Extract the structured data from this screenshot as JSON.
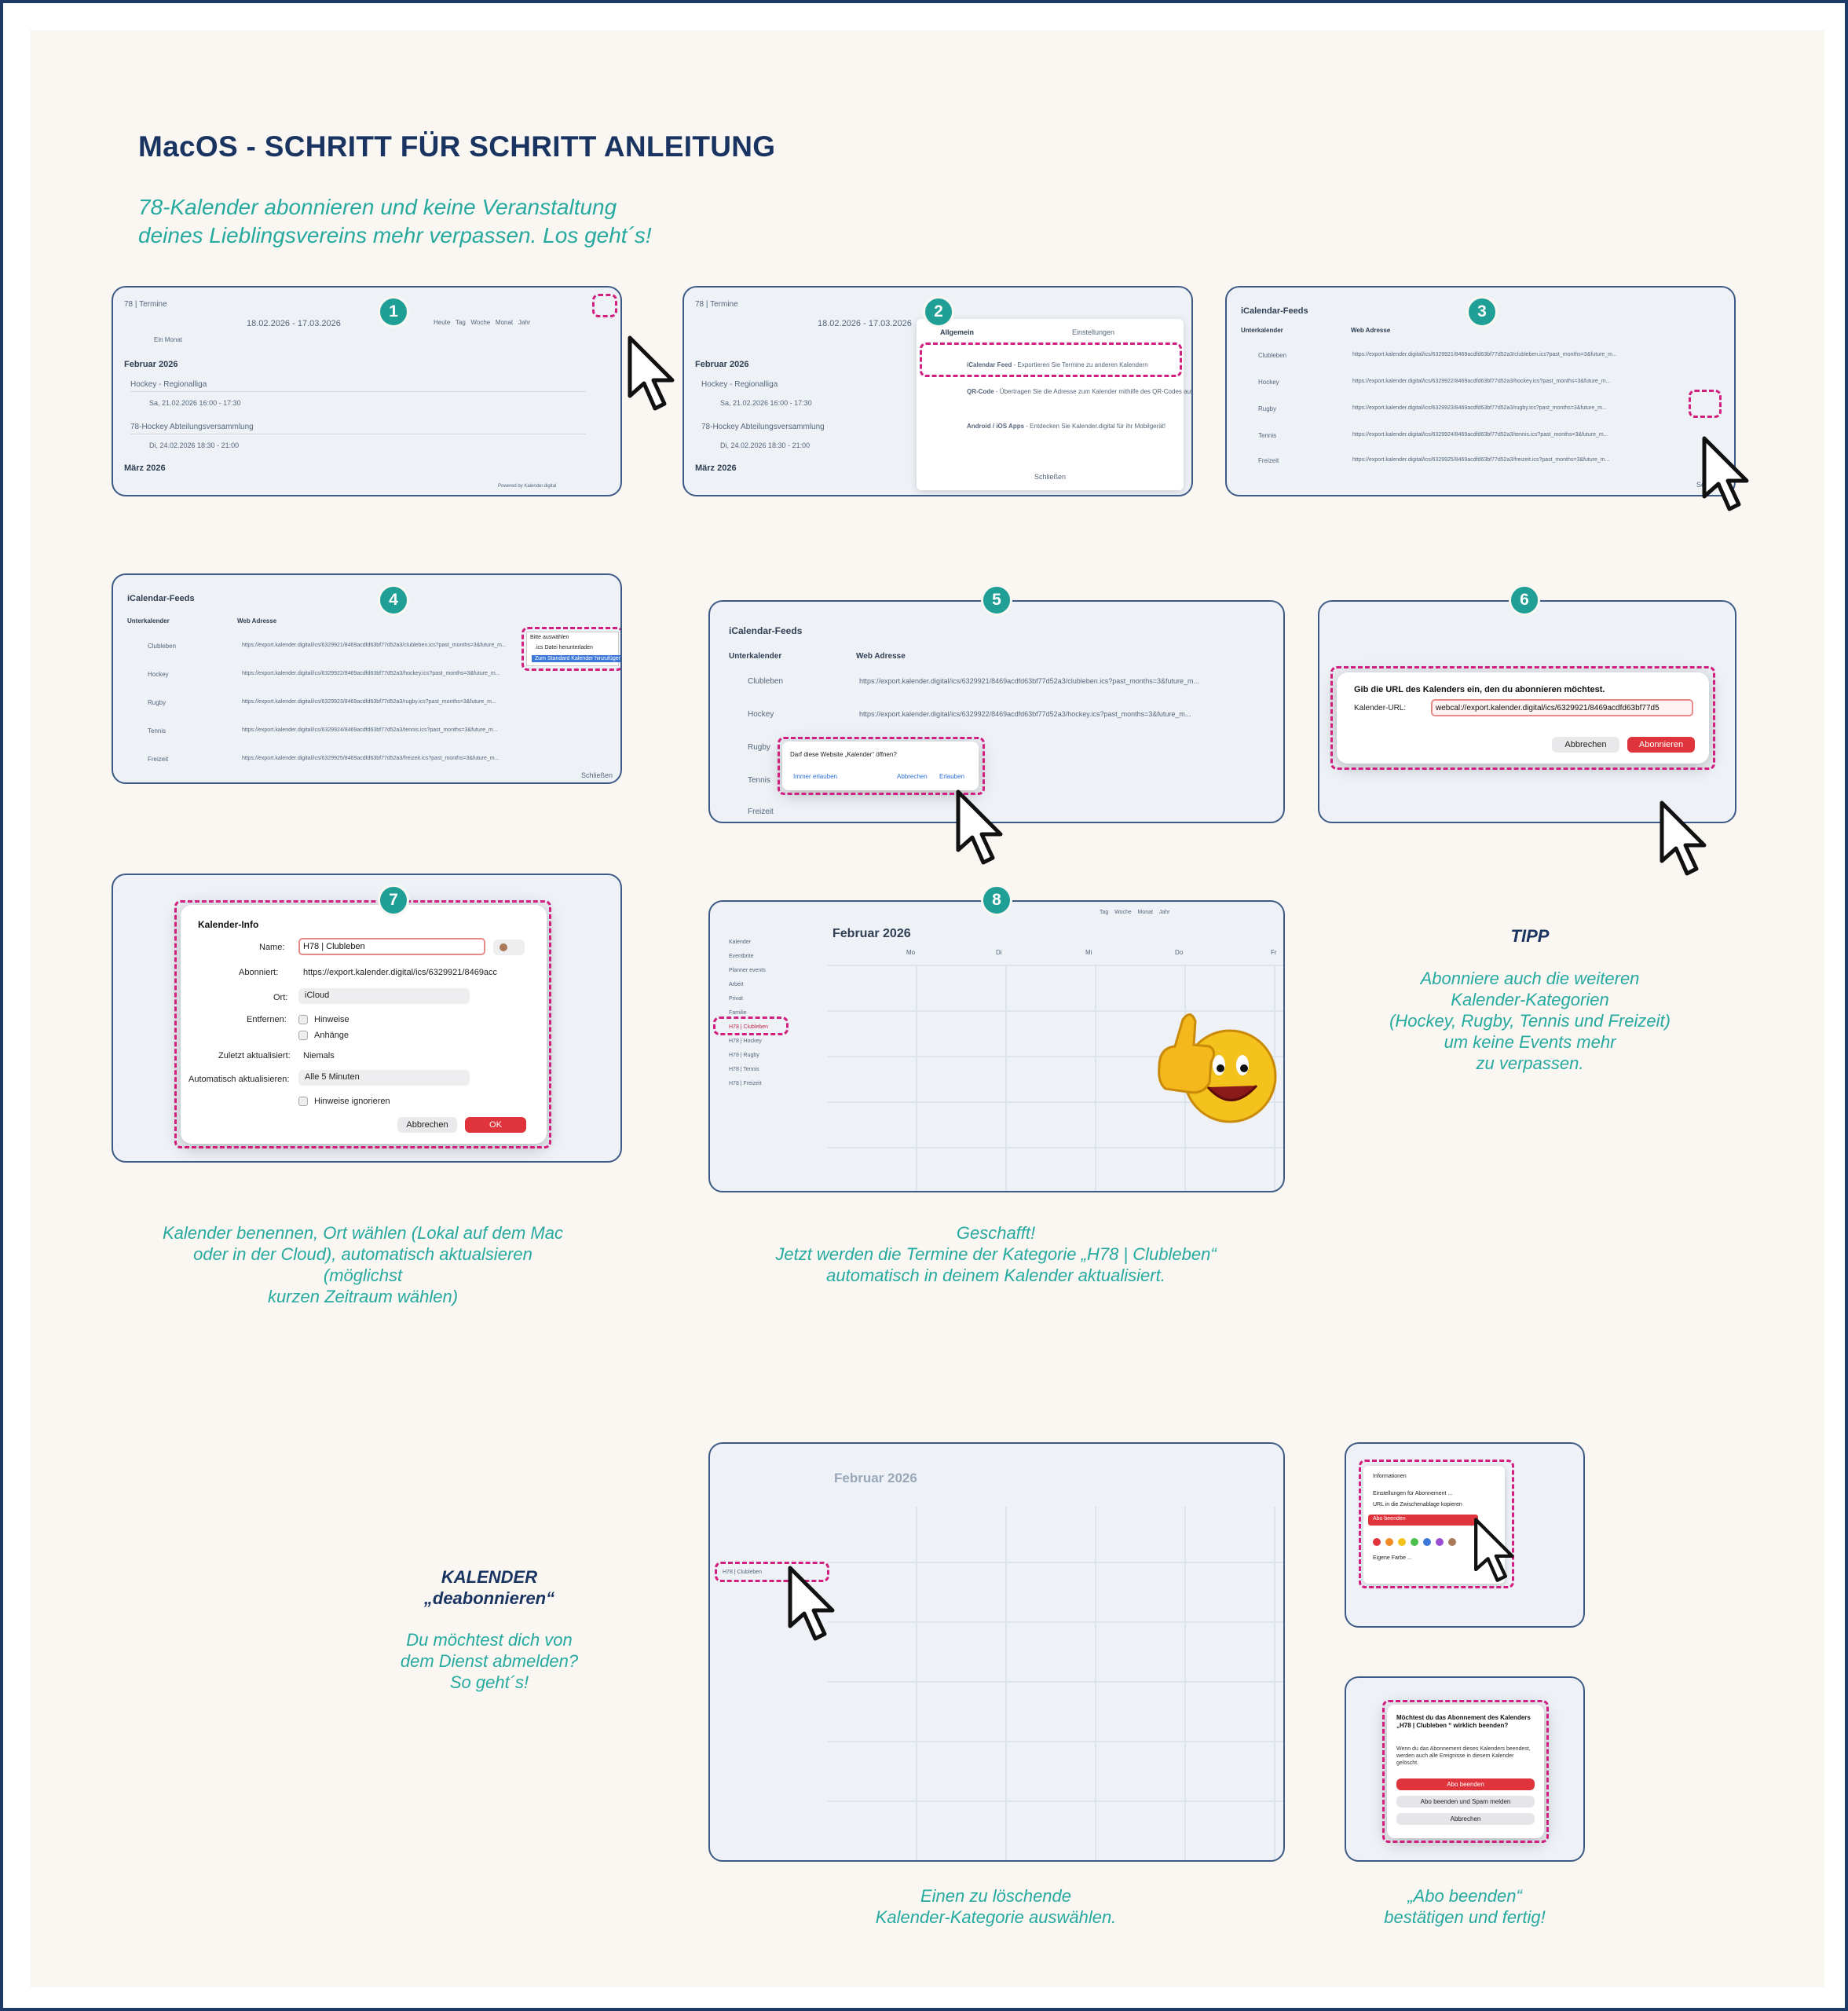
{
  "header": {
    "title": "MacOS - SCHRITT FÜR SCHRITT ANLEITUNG",
    "subtitle_line1": "78-Kalender abonnieren und keine Veranstaltung",
    "subtitle_line2": "deines Lieblingsvereins mehr verpassen. Los geht´s!"
  },
  "steps": [
    "1",
    "2",
    "3",
    "4",
    "5",
    "6",
    "7",
    "8"
  ],
  "s1": {
    "app": "78 | Termine",
    "range": "18.02.2026 - 17.03.2026",
    "filter": "Ein Monat",
    "views": [
      "Heute",
      "Tag",
      "Woche",
      "Monat",
      "Jahr"
    ],
    "month1": "Februar 2026",
    "ev1": "Hockey - Regionalliga",
    "ev1_time": "Sa, 21.02.2026 16:00 - 17:30",
    "ev2": "78-Hockey Abteilungsversammlung",
    "ev2_time": "Di, 24.02.2026 18:30 - 21:00",
    "month2": "März 2026",
    "footer": "Powered by Kalender.digital"
  },
  "s2": {
    "menu_head": "Allgemein",
    "menu_head2": "Einstellungen",
    "item1_title": "iCalendar Feed",
    "item1_desc": "- Exportieren Sie Termine zu anderen Kalendern",
    "item2_title": "QR-Code",
    "item2_desc": "- Übertragen Sie die Adresse zum Kalender mithilfe des QR-Codes auf andere Geräte",
    "item3_title": "Android / iOS Apps",
    "item3_desc": "- Entdecken Sie Kalender.digital für ihr Mobilgerät!",
    "close": "Schließen"
  },
  "feeds": {
    "title": "iCalendar-Feeds",
    "col1": "Unterkalender",
    "col2": "Web Adresse",
    "rows": [
      {
        "name": "Clubleben",
        "url": "https://export.kalender.digital/ics/6329921/8469acdfd63bf77d52a3/clubleben.ics?past_months=3&future_m..."
      },
      {
        "name": "Hockey",
        "url": "https://export.kalender.digital/ics/6329922/8469acdfd63bf77d52a3/hockey.ics?past_months=3&future_m..."
      },
      {
        "name": "Rugby",
        "url": "https://export.kalender.digital/ics/6329923/8469acdfd63bf77d52a3/rugby.ics?past_months=3&future_m..."
      },
      {
        "name": "Tennis",
        "url": "https://export.kalender.digital/ics/6329924/8469acdfd63bf77d52a3/tennis.ics?past_months=3&future_m..."
      },
      {
        "name": "Freizeit",
        "url": "https://export.kalender.digital/ics/6329925/8469acdfd63bf77d52a3/freizeit.ics?past_months=3&future_m..."
      }
    ],
    "close": "Schließen"
  },
  "s4": {
    "opt1": "Bitte auswählen",
    "opt2": ".ics Datei herunterladen",
    "opt3": "Zum Standard Kalender hinzufügen"
  },
  "s5": {
    "question": "Darf diese Website „Kalender“ öffnen?",
    "always": "Immer erlauben",
    "cancel": "Abbrechen",
    "allow": "Erlauben"
  },
  "s6": {
    "prompt": "Gib die URL des Kalenders ein, den du abonnieren möchtest.",
    "label": "Kalender-URL:",
    "value": "webcal://export.kalender.digital/ics/6329921/8469acdfd63bf77d5",
    "cancel": "Abbrechen",
    "ok": "Abonnieren"
  },
  "s7": {
    "title": "Kalender-Info",
    "name_label": "Name:",
    "name_value": "H78 | Clubleben",
    "sub_label": "Abonniert:",
    "sub_value": "https://export.kalender.digital/ics/6329921/8469acc",
    "loc_label": "Ort:",
    "loc_value": "iCloud",
    "rem_label": "Entfernen:",
    "rem1": "Hinweise",
    "rem2": "Anhänge",
    "last_label": "Zuletzt aktualisiert:",
    "last_value": "Niemals",
    "auto_label": "Automatisch aktualisieren:",
    "auto_value": "Alle 5 Minuten",
    "ignore": "Hinweise ignorieren",
    "cancel": "Abbrechen",
    "ok": "OK"
  },
  "s8": {
    "month": "Februar 2026",
    "days": [
      "Mo",
      "Di",
      "Mi",
      "Do",
      "Fr"
    ],
    "views": [
      "Tag",
      "Woche",
      "Monat",
      "Jahr"
    ],
    "cals": [
      "Kalender",
      "Eventbrite",
      "Planner events",
      "Arbeit",
      "Privat",
      "Familie"
    ],
    "selected": "H78 | Clubleben",
    "others": [
      "H78 | Hockey",
      "H78 | Rugby",
      "H78 | Tennis",
      "H78 | Freizeit"
    ]
  },
  "captions": {
    "c7a": "Kalender benennen, Ort wählen (Lokal auf dem Mac",
    "c7b": "oder in der Cloud),  automatisch aktualsieren (möglichst",
    "c7c": "kurzen Zeitraum wählen)",
    "c8a": "Geschafft!",
    "c8b": "Jetzt werden die Termine der Kategorie „H78 | Clubleben“",
    "c8c": "automatisch in deinem Kalender aktualisiert.",
    "tipp_head": "TIPP",
    "tipp1": "Abonniere auch die weiteren",
    "tipp2": "Kalender-Kategorien",
    "tipp3": "(Hockey, Rugby, Tennis und Freizeit)",
    "tipp4": "um keine Events mehr",
    "tipp5": "zu verpassen.",
    "deab_head1": "KALENDER",
    "deab_head2": "„deabonnieren“",
    "deab1": "Du möchtest dich von",
    "deab2": "dem Dienst abmelden?",
    "deab3": "So geht´s!",
    "sel1": "Einen zu löschende",
    "sel2": "Kalender-Kategorie auswählen.",
    "end1": "„Abo beenden“",
    "end2": "bestätigen und fertig!"
  },
  "ctx": {
    "info": "Informationen",
    "settings": "Einstellungen für Abonnement ...",
    "copy": "URL in die Zwischenablage kopieren",
    "end": "Abo beenden",
    "color": "Eigene Farbe ..."
  },
  "confirm": {
    "q": "Möchtest du das Abonnement des Kalenders „H78 | Clubleben “ wirklich beenden?",
    "info": "Wenn du das Abonnement dieses Kalenders beendest, werden auch alle Ereignisse in diesem Kalender gelöscht.",
    "btn1": "Abo beenden",
    "btn2": "Abo beenden und Spam melden",
    "btn3": "Abbrechen"
  },
  "colors": {
    "brand": "#1a3462",
    "accent": "#26a99f",
    "badge": "#1f9f96",
    "highlight": "#d01f7e",
    "danger": "#e0343d"
  }
}
